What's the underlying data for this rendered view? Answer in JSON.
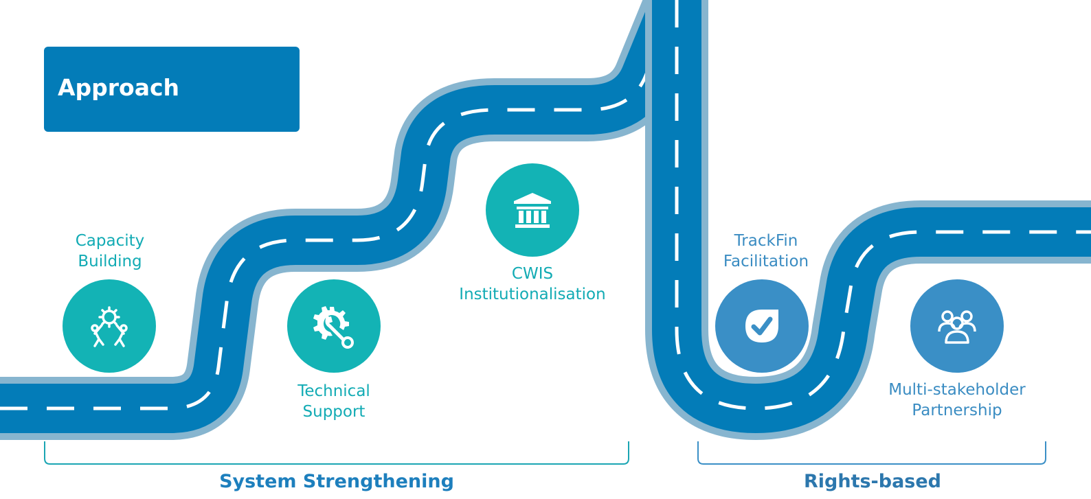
{
  "title": "Approach",
  "steps": [
    {
      "line1": "Capacity",
      "line2": "Building",
      "icon": "teamwork-gear-icon"
    },
    {
      "line1": "Technical",
      "line2": "Support",
      "icon": "wrench-gear-icon"
    },
    {
      "line1": "CWIS",
      "line2": "Institutionalisation",
      "icon": "institution-building-icon"
    },
    {
      "line1": "TrackFin",
      "line2": "Facilitation",
      "icon": "checkmark-drop-icon"
    },
    {
      "line1": "Multi-stakeholder",
      "line2": "Partnership",
      "icon": "group-people-icon"
    }
  ],
  "groups": [
    {
      "label": "System Strengthening"
    },
    {
      "label": "Rights-based"
    }
  ],
  "colors": {
    "road": "#037cb8",
    "road_edge": "#87b5cf",
    "teal": "#13b3b5",
    "blue": "#3a8fc6",
    "title_bg": "#037cb8"
  }
}
